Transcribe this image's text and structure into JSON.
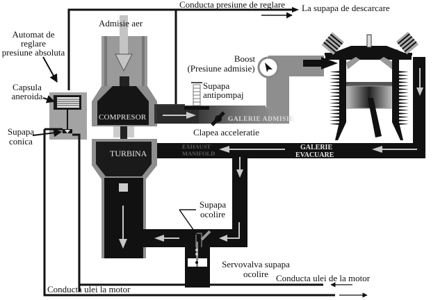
{
  "title": "Turbocharger boost control schematic",
  "labels": {
    "regulating_pressure_line": "Conducta presiune de reglare",
    "to_discharge_valve": "La supapa de descarcare",
    "air_intake": "Admisie aer",
    "absolute_pressure_regulator": [
      "Automat de",
      "reglare",
      "presiune absoluta"
    ],
    "aneroid_capsule": [
      "Capsula",
      "aneroida"
    ],
    "conical_valve": [
      "Supapa",
      "conica"
    ],
    "boost": [
      "Boost",
      "(Presiune admisie)"
    ],
    "anti_surge_valve": [
      "Supapa",
      "antipompaj"
    ],
    "throttle": "Clapea acceleratie",
    "compressor": "COMPRESOR",
    "turbine": "TURBINA",
    "intake_manifold": "GALERIE ADMISIE",
    "exhaust_manifold": [
      "EXHAUST",
      "MANIFOLD"
    ],
    "exhaust_gallery": [
      "GALERIE",
      "EVACUARE"
    ],
    "bypass_valve": [
      "Supapa",
      "ocolire"
    ],
    "bypass_servo": [
      "Servovalva supapa",
      "ocolire"
    ],
    "oil_from_engine": "Conducta ulei de la motor",
    "oil_to_engine": "Conducta ulei la motor"
  },
  "icons": {
    "gauge": "pressure-gauge-icon",
    "flow_arrow": "flow-arrow-icon"
  },
  "colors": {
    "pipe_dark": "#111111",
    "intake_gray": "#8c8c8c",
    "housing_gray": "#a9a9a9",
    "arrow_light": "#c8c8c8",
    "background": "#ffffff"
  }
}
